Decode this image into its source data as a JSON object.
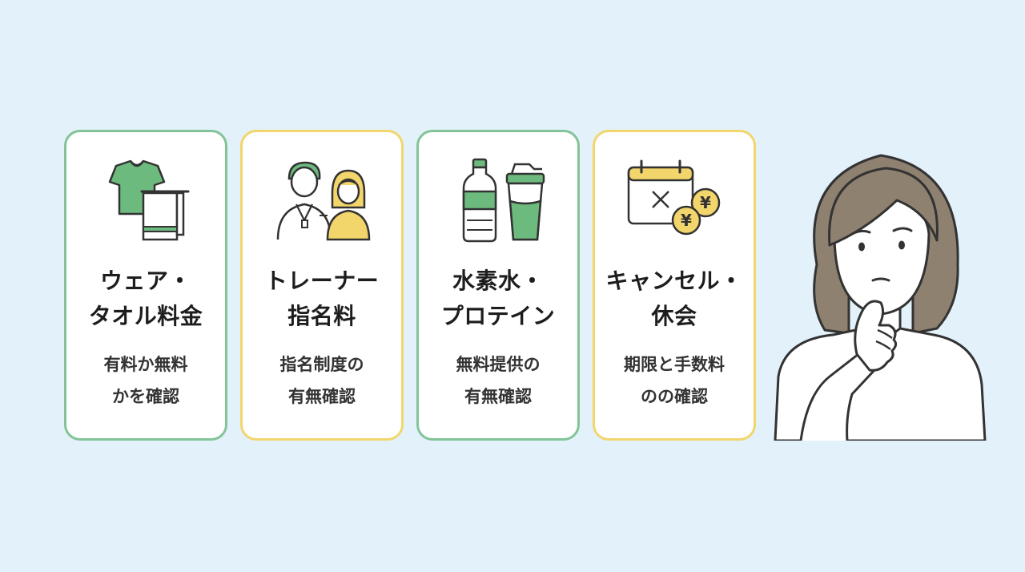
{
  "cards": [
    {
      "title": "ウェア・\nタオル料金",
      "desc": "有料か無料\nかを確認",
      "icon": "shirt-towel-icon",
      "accent": "#82c497"
    },
    {
      "title": "トレーナー\n指名料",
      "desc": "指名制度の\n有無確認",
      "icon": "trainer-people-icon",
      "accent": "#f2d56b"
    },
    {
      "title": "水素水・\nプロテイン",
      "desc": "無料提供の\n有無確認",
      "icon": "bottle-shaker-icon",
      "accent": "#82c497"
    },
    {
      "title": "キャンセル・\n休会",
      "desc": "期限と手数料\nのの確認",
      "icon": "calendar-yen-icon",
      "accent": "#f2d56b"
    }
  ],
  "icon_labels": {
    "yen": "¥"
  },
  "colors": {
    "background": "#e3f1fb",
    "green": "#82c497",
    "yellow": "#f2d56b",
    "icon_green": "#6cba7d"
  }
}
